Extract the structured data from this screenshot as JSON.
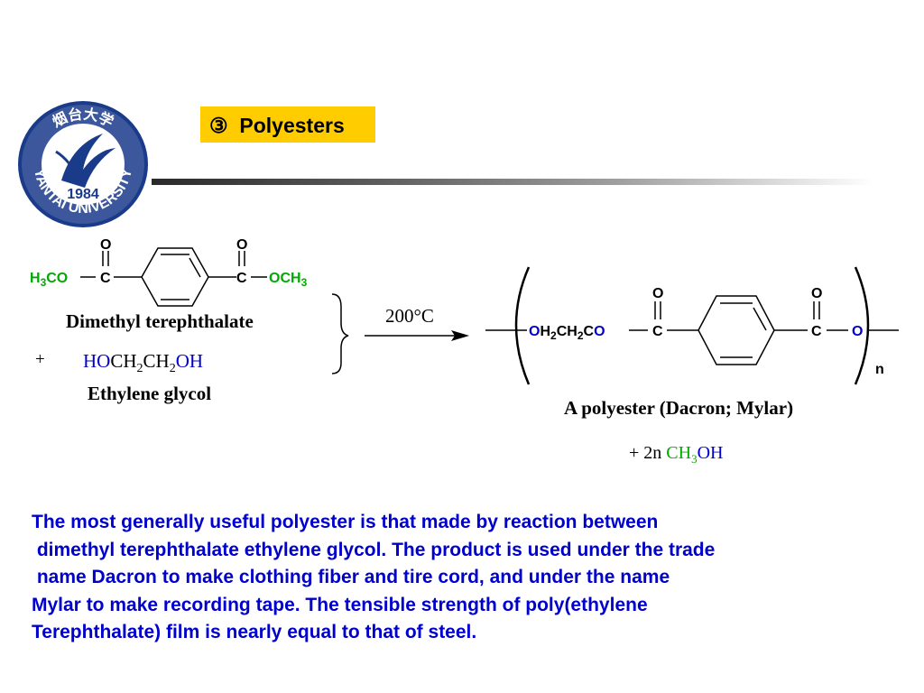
{
  "logo": {
    "ring_text_top": "烟台大学",
    "ring_text_bottom": "YANTAI UNIVERSITY",
    "year": "1984",
    "colors": {
      "ring": "#1a3a8a",
      "inner": "#ffffff",
      "swoosh": "#1a3a8a"
    }
  },
  "title": {
    "marker": "③",
    "text": "Polyesters",
    "box_color": "#ffcc00"
  },
  "reaction": {
    "reactant1": {
      "left_group": {
        "a": "H",
        "sub": "3",
        "b": "CO"
      },
      "carbon": "C",
      "oxygen": "O",
      "right_group": {
        "a": "OCH",
        "sub": "3"
      },
      "name": "Dimethyl terephthalate"
    },
    "plus": "+",
    "reactant2": {
      "ho": "HO",
      "mid1": "CH",
      "sub1": "2",
      "mid2": "CH",
      "sub2": "2",
      "oh": "OH",
      "name": "Ethylene glycol"
    },
    "condition": "200°C",
    "product": {
      "segment": {
        "o1": "O",
        "h": "H",
        "sub1": "2",
        "ch": "CH",
        "sub2": "2",
        "c": "C",
        "o2": "O"
      },
      "carbon": "C",
      "oxygen": "O",
      "end_oxygen": "O",
      "subscript_n": "n",
      "name": "A polyester (Dacron; Mylar)"
    },
    "byproduct": {
      "prefix": "+ 2n ",
      "formula_a": "CH",
      "formula_sub": "3",
      "formula_b": "OH"
    },
    "colors": {
      "methoxy": "#00aa00",
      "hydroxyl": "#0000cc",
      "black": "#000000"
    }
  },
  "paragraph": {
    "lines": [
      "The most generally useful polyester is that made by reaction between",
      " dimethyl terephthalate ethylene glycol. The product is used under the trade",
      " name Dacron to make clothing fiber and tire cord, and under the name",
      "Mylar to make recording tape. The tensible strength of poly(ethylene",
      "Terephthalate) film is nearly equal to that of steel."
    ],
    "color": "#0000cc"
  }
}
